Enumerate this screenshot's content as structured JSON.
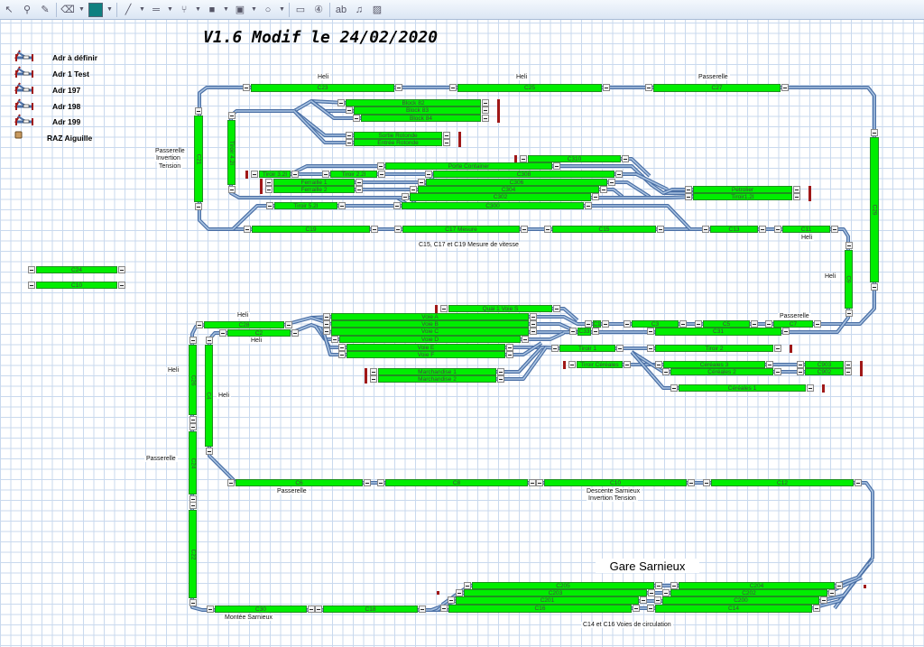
{
  "toolbar": {
    "icons": [
      "select-arrow-icon",
      "zoom-icon",
      "pencil-icon",
      "eraser-icon",
      "color-picker-icon",
      "line-icon",
      "track-icon",
      "turnout-icon",
      "fill-icon",
      "frame-icon",
      "circle-icon",
      "block-icon",
      "counter-icon",
      "text-icon",
      "sound-icon",
      "image-icon"
    ],
    "color": "#0f8080"
  },
  "title": "V1.6 Modif le 24/02/2020",
  "legend": [
    {
      "label": "Adr à définir"
    },
    {
      "label": "Adr 1 Test"
    },
    {
      "label": "Adr 197"
    },
    {
      "label": "Adr 198"
    },
    {
      "label": "Adr 199"
    },
    {
      "label": "RAZ Aiguille"
    }
  ],
  "blocks": {
    "c23": "C23",
    "c25": "C25",
    "c27": "C27",
    "c21": "C21",
    "tiroir42": "Tiroir 4.2I",
    "block82": "Block 82",
    "block83": "Block 83",
    "block84": "Block 84",
    "sortie_rotonde": "Sortie Rotonde",
    "entree_rotonde": "Entrée Rotonde",
    "c310": "C310",
    "porte_container": "Porte Container",
    "tiroir32": "Tiroir 3.2I",
    "tiroir22": "Tiroir 2.2I",
    "c308": "C308",
    "ferraille1": "Ferraille 1",
    "c306": "C306",
    "ferraille2": "Ferraille 2",
    "c304": "C304",
    "c302": "C302",
    "tiroir52": "Tiroir 5.2I",
    "c300": "C300",
    "petrolier": "Pétrolier",
    "tiroir12": "Tiroir1.2I",
    "c19": "C19",
    "c17": "C17 Mesure",
    "c15": "C15",
    "c13": "C13",
    "c11": "C11",
    "c29": "C29",
    "c9": "C9",
    "c24a": "C24",
    "c10a": "C10",
    "c28": "C28",
    "c2": "C2",
    "quai1": "Quai 1 Voie S",
    "voie_a": "Voie A",
    "voie_b": "Voie B",
    "voie_c": "Voie C",
    "voie_d": "Voie D",
    "voie_e": "Voie E",
    "voie_f": "Voie F",
    "march1": "Marchandise 1",
    "march2": "Marchandise 2",
    "c1": "C1",
    "c33": "C33",
    "c3": "C3",
    "c5": "C5",
    "c7": "C7",
    "c31": "C31",
    "tiroir1": "Tiroir 1",
    "tiroir2": "Tiroir 2",
    "tiroir_cer": "Tiroir Céréales",
    "cer3": "Céréales 3",
    "cer2": "Céréales 2",
    "cer1": "Céréales 1",
    "c903": "C903",
    "c902": "C902",
    "c26": "C26",
    "c24": "C24",
    "c22": "C22",
    "c4": "C4",
    "c6": "C6",
    "c8": "C8",
    "c10": "C10",
    "c12": "C12",
    "c30": "C30",
    "c18": "C18",
    "c205": "C205",
    "c203": "C203",
    "c201": "C201",
    "c16": "C16",
    "c204": "C204",
    "c202": "C202",
    "c200": "C200",
    "c14": "C14"
  },
  "notes": {
    "heli_c23": "Heli",
    "heli_c25": "Heli",
    "passerelle_c27": "Passerelle",
    "passerelle_c21": "Passerelle",
    "invertion_c21": "Invertion",
    "tension_c21": "Tension",
    "mesure": "C15, C17 et C19 Mesure de vitesse",
    "heli_c11": "Heli",
    "heli_c9": "Heli",
    "heli_c28": "Heli",
    "heli_c2": "Heli",
    "passerelle_c7": "Passerelle",
    "heli_c26": "Heli",
    "heli_c4": "Heli",
    "passerelle_c24": "Passerelle",
    "passerelle_c6": "Passerelle",
    "descente": "Descente Sarnieux",
    "invertion_c10": "Invertion Tension",
    "gare": "Gare Sarnieux",
    "montee": "Montée Sarnieux",
    "circulation": "C14 et C16 Voies de circulation"
  }
}
